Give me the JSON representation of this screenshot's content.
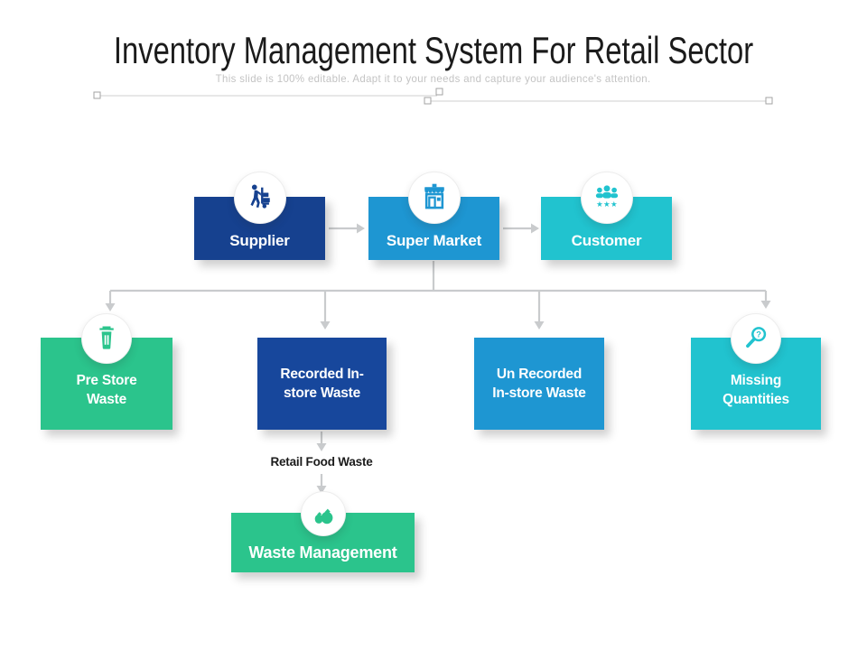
{
  "title": "Inventory Management System For Retail Sector",
  "subtitle": "This slide is 100% editable. Adapt it to your needs and capture your audience's attention.",
  "colors": {
    "arrow": "#C9CBCD",
    "title_text": "#1B1B1B",
    "subtitle_text": "#C3C3C3",
    "navy": "#16418F",
    "navy_deep": "#17479C",
    "blue": "#1E96D2",
    "teal": "#21C3CF",
    "green": "#2BC48C",
    "label_text": "#FFFFFF"
  },
  "nodes": {
    "supplier": {
      "label": "Supplier",
      "color": "#16418F",
      "icon": "supplier-delivery-icon"
    },
    "super_market": {
      "label": "Super Market",
      "color": "#1E96D2",
      "icon": "storefront-icon"
    },
    "customer": {
      "label": "Customer",
      "color": "#21C3CF",
      "icon": "customers-group-icon"
    },
    "pre_store_waste": {
      "label": "Pre Store\nWaste",
      "color": "#2BC48C",
      "icon": "trash-bin-icon"
    },
    "recorded_waste": {
      "label": "Recorded In-\nstore Waste",
      "color": "#17479C",
      "icon": null
    },
    "unrecorded_waste": {
      "label": "Un Recorded\nIn-store Waste",
      "color": "#1E96D2",
      "icon": null
    },
    "missing_quantities": {
      "label": "Missing\nQuantities",
      "color": "#21C3CF",
      "icon": "magnifier-question-icon"
    },
    "waste_management": {
      "label": "Waste Management",
      "color": "#2BC48C",
      "icon": "garbage-bags-icon"
    }
  },
  "flow_label": "Retail Food Waste",
  "icon_glyphs": {
    "stars": "★★★",
    "question_mark": "?"
  }
}
